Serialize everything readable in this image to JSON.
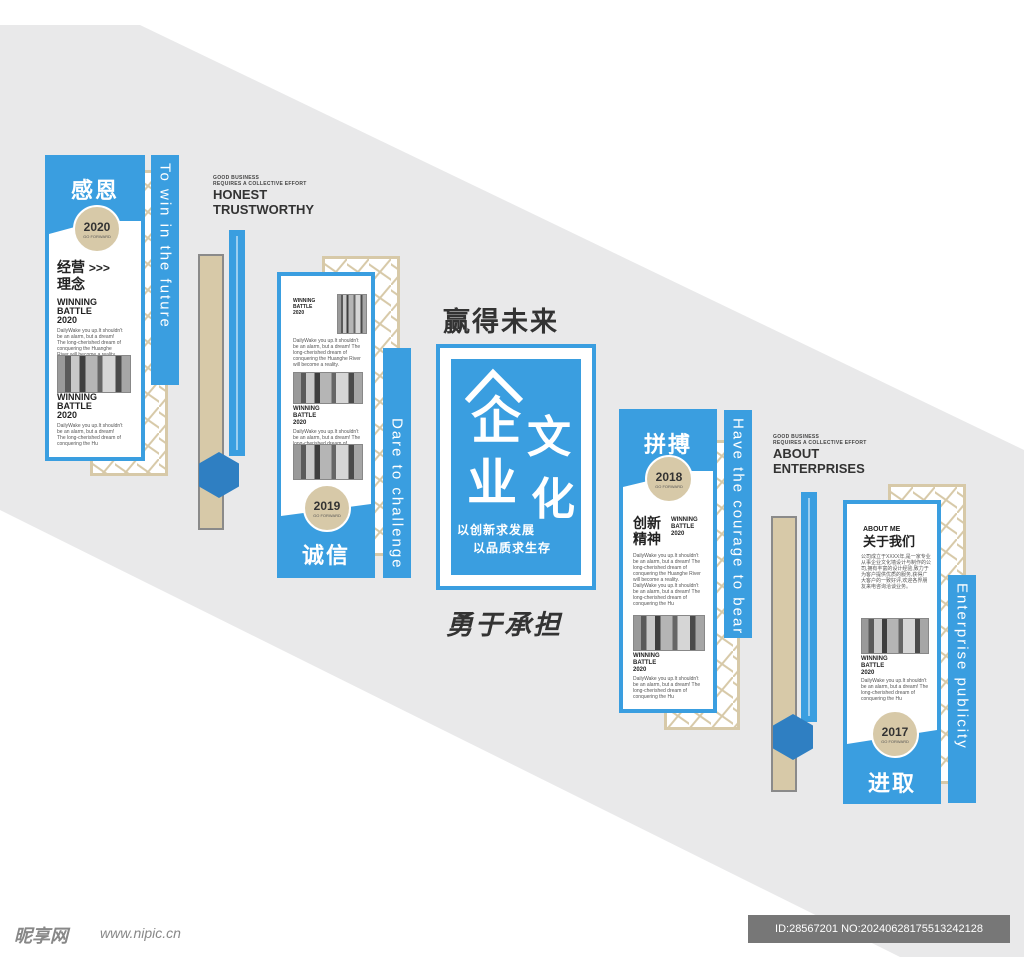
{
  "center": {
    "top_title": "赢得未来",
    "big_1": "企",
    "big_2": "业",
    "big_3": "文",
    "big_4": "化",
    "slogan_1": "以创新求发展",
    "slogan_2": "以品质求生存",
    "bottom_title": "勇于承担"
  },
  "left_header": {
    "tag_1": "GOOD BUSINESS",
    "tag_2": "REQUIRES A COLLECTIVE EFFORT",
    "line_1": "HONEST",
    "line_2": "TRUSTWORTHY"
  },
  "right_header": {
    "tag_1": "GOOD BUSINESS",
    "tag_2": "REQUIRES A COLLECTIVE EFFORT",
    "line_1": "ABOUT",
    "line_2": "ENTERPRISES"
  },
  "panel1": {
    "heading": "感恩",
    "year": "2020",
    "go": "GO FORWARD",
    "sub_1": "经营",
    "arrows": ">>>",
    "sub_2": "理念",
    "win_1": "WINNING",
    "win_2": "BATTLE",
    "win_3": "2020",
    "body": "DailyWake you up.It shouldn't be an alarm, but a dream! The long-cherished dream of conquering the Huanghe River will become a reality.",
    "win2_1": "WINNING",
    "win2_2": "BATTLE",
    "win2_3": "2020",
    "body2": "DailyWake you up.It shouldn't be an alarm, but a dream! The long-cherished dream of conquering the Hu",
    "side": "To win in the future"
  },
  "panel2": {
    "win_1": "WINNING",
    "win_2": "BATTLE",
    "win_3": "2020",
    "body": "DailyWake you up.It shouldn't be an alarm, but a dream! The long-cherished dream of conquering the Huanghe River will become a reality.",
    "win2_1": "WINNING",
    "win2_2": "BATTLE",
    "win2_3": "2020",
    "body2": "DailyWake you up.It shouldn't be an alarm, but a dream! The long-cherished dream of conquering the Huanghe River will become a reality.",
    "year": "2019",
    "go": "GO FORWARD",
    "heading": "诚信",
    "side": "Dare to challenge"
  },
  "panel3": {
    "heading": "拼搏",
    "year": "2018",
    "go": "GO FORWARD",
    "sub_1": "创新",
    "sub_2": "精神",
    "win_1": "WINNING",
    "win_2": "BATTLE",
    "win_3": "2020",
    "body": "DailyWake you up.It shouldn't be an alarm, but a dream! The long-cherished dream of conquering the Huanghe River will become a reality.",
    "body_b": "DailyWake you up.It shouldn't be an alarm, but a dream! The long-cherished dream of conquering the Hu",
    "win2_1": "WINNING",
    "win2_2": "BATTLE",
    "win2_3": "2020",
    "body2": "DailyWake you up.It shouldn't be an alarm, but a dream! The long-cherished dream of conquering the Hu",
    "side": "Have the courage to bear"
  },
  "panel4": {
    "about": "ABOUT ME",
    "heading_cn": "关于我们",
    "body": "公司成立于XXXX年,是一家专业从事企业文化墙设计与制作的公司,拥有丰富的设计经验,致力于为客户提供优质的服务,获得广大客户的一致好评,欢迎各界朋友来电咨询洽谈业务。",
    "win_1": "WINNING",
    "win_2": "BATTLE",
    "win_3": "2020",
    "body2": "DailyWake you up.It shouldn't be an alarm, but a dream! The long-cherished dream of conquering the Hu",
    "year": "2017",
    "go": "GO FORWARD",
    "heading": "进取",
    "side": "Enterprise publicity"
  },
  "watermark": {
    "logo": "昵享网",
    "url": "www.nipic.cn",
    "id": "ID:28567201 NO:20240628175513242128"
  },
  "colors": {
    "accent_blue": "#3a9ee0",
    "tan": "#d7c9a8",
    "wall": "#e9e9ea"
  }
}
